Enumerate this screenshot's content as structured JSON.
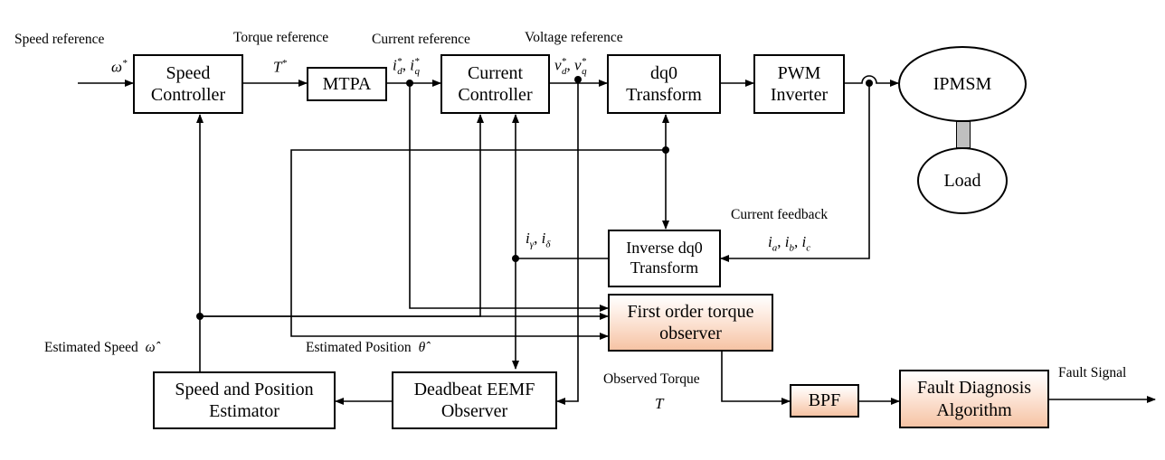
{
  "blocks": {
    "speed_controller": "Speed\nController",
    "mtpa": "MTPA",
    "current_controller": "Current\nController",
    "dq0_transform": "dq0\nTransform",
    "pwm_inverter": "PWM\nInverter",
    "ipmsm": "IPMSM",
    "load": "Load",
    "inverse_dq0": "Inverse dq0\nTransform",
    "torque_observer": "First order torque\nobserver",
    "speed_position_estimator": "Speed and Position\nEstimator",
    "deadbeat_eemf": "Deadbeat EEMF\nObserver",
    "bpf": "BPF",
    "fault_diagnosis": "Fault Diagnosis\nAlgorithm"
  },
  "labels": {
    "speed_reference": "Speed reference",
    "torque_reference": "Torque reference",
    "current_reference": "Current reference",
    "voltage_reference": "Voltage reference",
    "current_feedback": "Current feedback",
    "estimated_speed": "Estimated Speed",
    "estimated_position": "Estimated Position",
    "observed_torque": "Observed Torque",
    "fault_signal": "Fault Signal"
  },
  "symbols": {
    "omega_ref": "ω",
    "omega_ref_sup": "*",
    "torque_ref": "T",
    "torque_ref_sup": "*",
    "i_d": "i",
    "i_d_sub": "d",
    "i_q": "i",
    "i_q_sub": "q",
    "v_d": "v",
    "v_d_sub": "d",
    "v_q": "v",
    "v_q_sub": "q",
    "ref_sup": "*",
    "i_gamma": "i",
    "i_gamma_sub": "γ",
    "i_delta": "i",
    "i_delta_sub": "δ",
    "i_a": "i",
    "i_a_sub": "a",
    "i_b": "i",
    "i_b_sub": "b",
    "i_c": "i",
    "i_c_sub": "c",
    "separator": ", ",
    "omega_hat": "ω̂",
    "theta_hat": "θ̂",
    "observed_torque_symbol": "T"
  }
}
